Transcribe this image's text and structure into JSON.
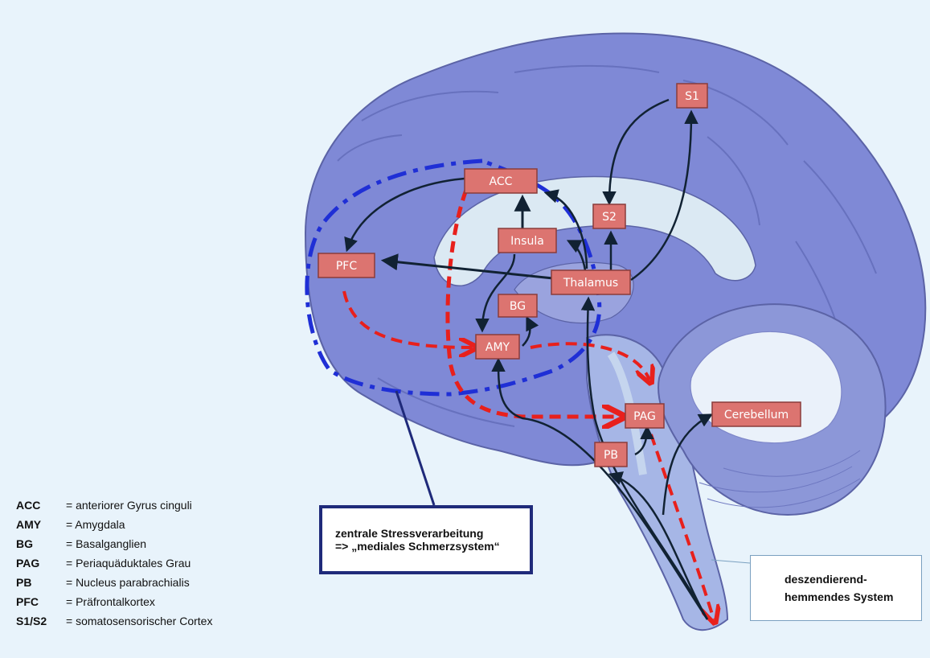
{
  "regions": {
    "acc": "ACC",
    "insula": "Insula",
    "pfc": "PFC",
    "bg": "BG",
    "amy": "AMY",
    "thalamus": "Thalamus",
    "s1": "S1",
    "s2": "S2",
    "pag": "PAG",
    "pb": "PB",
    "cerebellum": "Cerebellum"
  },
  "legend": [
    {
      "abbr": "ACC",
      "def": "= anteriorer Gyrus cinguli"
    },
    {
      "abbr": "AMY",
      "def": "= Amygdala"
    },
    {
      "abbr": "BG",
      "def": "= Basalganglien"
    },
    {
      "abbr": "PAG",
      "def": "= Periaquäduktales Grau"
    },
    {
      "abbr": "PB",
      "def": "= Nucleus parabrachialis"
    },
    {
      "abbr": "PFC",
      "def": "= Präfrontalkortex"
    },
    {
      "abbr": "S1/S2",
      "def": "= somatosensorischer Cortex"
    }
  ],
  "callouts": {
    "medial_line1": "zentrale Stressverarbeitung",
    "medial_line2": "=> „mediales Schmerzsystem“",
    "descending_line1": "deszendierend-",
    "descending_line2": "hemmendes System"
  },
  "colors": {
    "brain": "#7f89d6",
    "region_box": "#dc7470",
    "medial_outline": "#1f2fd6",
    "descending_path": "#e8201c",
    "arrows": "#111111"
  }
}
